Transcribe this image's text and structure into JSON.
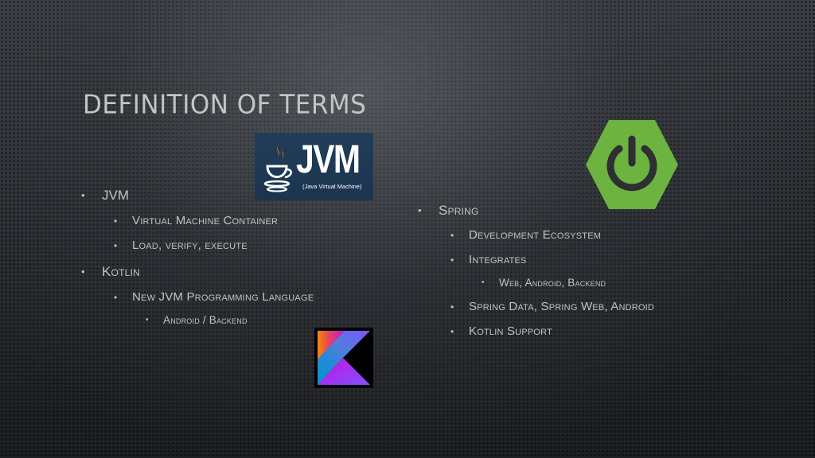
{
  "slide": {
    "title": "DEFINITION OF TERMS"
  },
  "left": {
    "items": [
      {
        "level": 1,
        "text": "JVM"
      },
      {
        "level": 2,
        "text": "Virtual Machine Container"
      },
      {
        "level": 2,
        "text": "Load, verify, execute"
      },
      {
        "level": 1,
        "text": "Kotlin"
      },
      {
        "level": 2,
        "text": "New JVM Programming Language"
      },
      {
        "level": 3,
        "text": "Android / Backend"
      }
    ]
  },
  "right": {
    "items": [
      {
        "level": 1,
        "text": "Spring"
      },
      {
        "level": 2,
        "text": "Development Ecosystem"
      },
      {
        "level": 2,
        "text": "Integrates"
      },
      {
        "level": 3,
        "text": "Web, Android, Backend"
      },
      {
        "level": 2,
        "text": "Spring Data, Spring Web, Android"
      },
      {
        "level": 2,
        "text": "Kotlin Support"
      }
    ]
  },
  "logos": {
    "jvm": {
      "icon": "java-cup-icon",
      "word": "JVM",
      "subtitle": "(Java Virtual Machine)",
      "background": "#1f3a55"
    },
    "kotlin": {
      "icon": "kotlin-logo-icon",
      "colors": [
        "#f88909",
        "#e44857",
        "#c711e1",
        "#7f52ff",
        "#0095d5"
      ]
    },
    "spring": {
      "icon": "spring-power-icon",
      "color": "#6db33f"
    }
  },
  "bullet_char": "•"
}
